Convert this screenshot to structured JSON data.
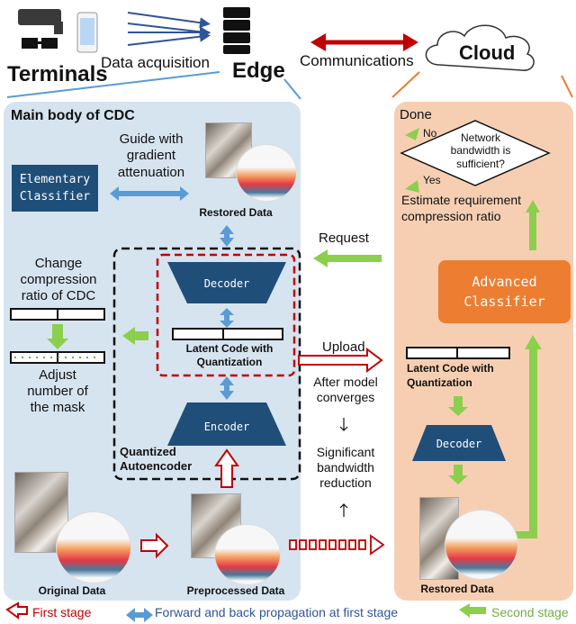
{
  "top": {
    "terminals": "Terminals",
    "data_acquisition": "Data acquisition",
    "edge": "Edge",
    "communications": "Communications",
    "cloud": "Cloud"
  },
  "left_panel": {
    "title": "Main body of CDC",
    "guide": "Guide with gradient attenuation",
    "elementary_classifier": "Elementary Classifier",
    "restored_data": "Restored Data",
    "change_ratio": "Change compression ratio of CDC",
    "adjust_mask": "Adjust number of the mask",
    "decoder": "Decoder",
    "latent_code": "Latent Code with Quantization",
    "encoder": "Encoder",
    "quantized_autoencoder": "Quantized Autoencoder",
    "original_data": "Original Data",
    "preprocessed_data": "Preprocessed Data"
  },
  "middle": {
    "request": "Request",
    "upload": "Upload",
    "after_converges": "After model converges",
    "significant_reduction": "Significant bandwidth reduction"
  },
  "right_panel": {
    "done": "Done",
    "no": "No",
    "yes": "Yes",
    "network_question": "Network bandwidth is sufficient?",
    "estimate": "Estimate requirement compression ratio",
    "advanced_classifier": "Advanced Classifier",
    "latent_code": "Latent Code with Quantization",
    "decoder": "Decoder",
    "restored_data": "Restored Data"
  },
  "legend": {
    "first_stage": "First stage",
    "forward_back": "Forward and back propagation at first stage",
    "second_stage": "Second stage"
  },
  "colors": {
    "navy": "#1f4e79",
    "orange": "#ed7d31",
    "green": "#8ccf4d",
    "blue_arrow": "#5b9bd5",
    "red": "#c00000"
  }
}
